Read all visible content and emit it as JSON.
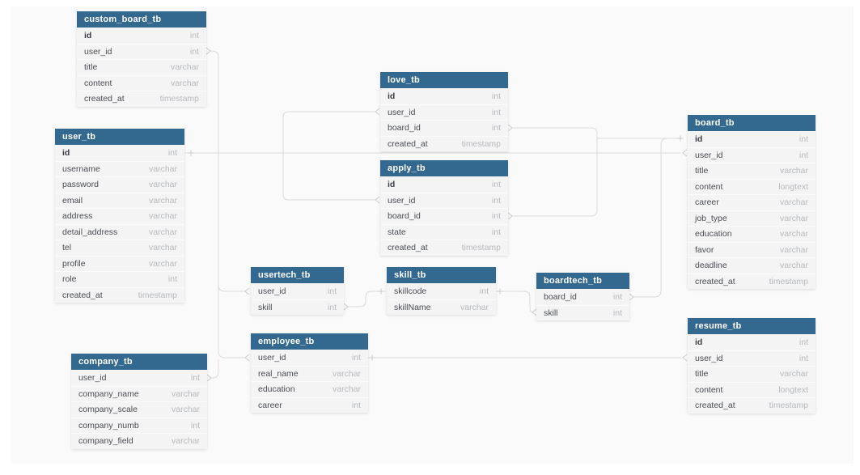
{
  "diagram": {
    "page_bg": "#ffffff",
    "canvas_bg": "#fafafa",
    "header_color": "#33688f",
    "header_text_color": "#ffffff",
    "row_bg": "#f4f4f5",
    "field_color": "#4a4d52",
    "type_color": "#b7babd",
    "connector_color": "#d7dadd",
    "marker_color": "#c9ccd0"
  },
  "tables": [
    {
      "name": "custom_board_tb",
      "fields": [
        {
          "name": "id",
          "type": "int",
          "pk": true
        },
        {
          "name": "user_id",
          "type": "int"
        },
        {
          "name": "title",
          "type": "varchar"
        },
        {
          "name": "content",
          "type": "varchar"
        },
        {
          "name": "created_at",
          "type": "timestamp"
        }
      ]
    },
    {
      "name": "user_tb",
      "fields": [
        {
          "name": "id",
          "type": "int",
          "pk": true
        },
        {
          "name": "username",
          "type": "varchar"
        },
        {
          "name": "password",
          "type": "varchar"
        },
        {
          "name": "email",
          "type": "varchar"
        },
        {
          "name": "address",
          "type": "varchar"
        },
        {
          "name": "detail_address",
          "type": "varchar"
        },
        {
          "name": "tel",
          "type": "varchar"
        },
        {
          "name": "profile",
          "type": "varchar"
        },
        {
          "name": "role",
          "type": "int"
        },
        {
          "name": "created_at",
          "type": "timestamp"
        }
      ]
    },
    {
      "name": "love_tb",
      "fields": [
        {
          "name": "id",
          "type": "int",
          "pk": true
        },
        {
          "name": "user_id",
          "type": "int"
        },
        {
          "name": "board_id",
          "type": "int"
        },
        {
          "name": "created_at",
          "type": "timestamp"
        }
      ]
    },
    {
      "name": "apply_tb",
      "fields": [
        {
          "name": "id",
          "type": "int",
          "pk": true
        },
        {
          "name": "user_id",
          "type": "int"
        },
        {
          "name": "board_id",
          "type": "int"
        },
        {
          "name": "state",
          "type": "int"
        },
        {
          "name": "created_at",
          "type": "timestamp"
        }
      ]
    },
    {
      "name": "board_tb",
      "fields": [
        {
          "name": "id",
          "type": "int",
          "pk": true
        },
        {
          "name": "user_id",
          "type": "int"
        },
        {
          "name": "title",
          "type": "varchar"
        },
        {
          "name": "content",
          "type": "longtext"
        },
        {
          "name": "career",
          "type": "varchar"
        },
        {
          "name": "job_type",
          "type": "varchar"
        },
        {
          "name": "education",
          "type": "varchar"
        },
        {
          "name": "favor",
          "type": "varchar"
        },
        {
          "name": "deadline",
          "type": "varchar"
        },
        {
          "name": "created_at",
          "type": "timestamp"
        }
      ]
    },
    {
      "name": "usertech_tb",
      "fields": [
        {
          "name": "user_id",
          "type": "int"
        },
        {
          "name": "skill",
          "type": "int"
        }
      ]
    },
    {
      "name": "skill_tb",
      "fields": [
        {
          "name": "skillcode",
          "type": "int"
        },
        {
          "name": "skillName",
          "type": "varchar"
        }
      ]
    },
    {
      "name": "boardtech_tb",
      "fields": [
        {
          "name": "board_id",
          "type": "int"
        },
        {
          "name": "skill",
          "type": "int"
        }
      ]
    },
    {
      "name": "employee_tb",
      "fields": [
        {
          "name": "user_id",
          "type": "int"
        },
        {
          "name": "real_name",
          "type": "varchar"
        },
        {
          "name": "education",
          "type": "varchar"
        },
        {
          "name": "career",
          "type": "int"
        }
      ]
    },
    {
      "name": "resume_tb",
      "fields": [
        {
          "name": "id",
          "type": "int",
          "pk": true
        },
        {
          "name": "user_id",
          "type": "int"
        },
        {
          "name": "title",
          "type": "varchar"
        },
        {
          "name": "content",
          "type": "longtext"
        },
        {
          "name": "created_at",
          "type": "timestamp"
        }
      ]
    },
    {
      "name": "company_tb",
      "fields": [
        {
          "name": "user_id",
          "type": "int"
        },
        {
          "name": "company_name",
          "type": "varchar"
        },
        {
          "name": "company_scale",
          "type": "varchar"
        },
        {
          "name": "company_numb",
          "type": "int"
        },
        {
          "name": "company_field",
          "type": "varchar"
        }
      ]
    }
  ],
  "relationships": [
    {
      "from": "custom_board_tb.user_id",
      "to": "user_tb.id"
    },
    {
      "from": "love_tb.user_id",
      "to": "user_tb.id"
    },
    {
      "from": "apply_tb.user_id",
      "to": "user_tb.id"
    },
    {
      "from": "board_tb.user_id",
      "to": "user_tb.id"
    },
    {
      "from": "usertech_tb.user_id",
      "to": "user_tb.id"
    },
    {
      "from": "employee_tb.user_id",
      "to": "user_tb.id"
    },
    {
      "from": "company_tb.user_id",
      "to": "user_tb.id"
    },
    {
      "from": "love_tb.board_id",
      "to": "board_tb.id"
    },
    {
      "from": "apply_tb.board_id",
      "to": "board_tb.id"
    },
    {
      "from": "boardtech_tb.board_id",
      "to": "board_tb.id"
    },
    {
      "from": "usertech_tb.skill",
      "to": "skill_tb.skillcode"
    },
    {
      "from": "boardtech_tb.skill",
      "to": "skill_tb.skillcode"
    },
    {
      "from": "employee_tb.user_id",
      "to": "resume_tb.user_id"
    }
  ]
}
